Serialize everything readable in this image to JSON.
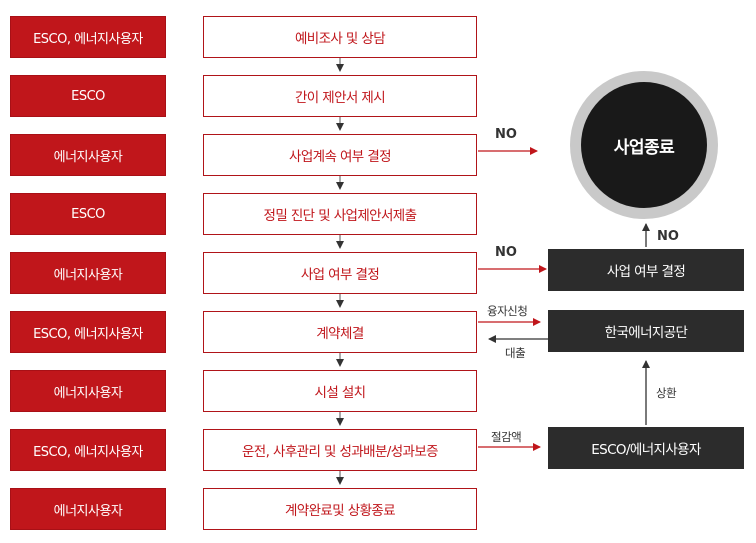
{
  "actors": [
    "ESCO, 에너지사용자",
    "ESCO",
    "에너지사용자",
    "ESCO",
    "에너지사용자",
    "ESCO, 에너지사용자",
    "에너지사용자",
    "ESCO, 에너지사용자",
    "에너지사용자"
  ],
  "steps": [
    "예비조사 및 상담",
    "간이 제안서 제시",
    "사업계속 여부 결정",
    "정밀 진단 및 사업제안서제출",
    "사업 여부 결정",
    "계약체결",
    "시설 설치",
    "운전, 사후관리 및 성과배분/성과보증",
    "계약완료및 상황종료"
  ],
  "end_circle": "사업종료",
  "right_boxes": {
    "decision": "사업 여부 결정",
    "agency": "한국에너지공단",
    "user": "ESCO/에너지사용자"
  },
  "labels": {
    "no_1": "NO",
    "no_2": "NO",
    "no_3": "NO",
    "apply": "융자신청",
    "loan": "대출",
    "repay": "상환",
    "savings": "절감액"
  },
  "colors": {
    "accent": "#c0161b",
    "dark": "#2c2c2c"
  }
}
